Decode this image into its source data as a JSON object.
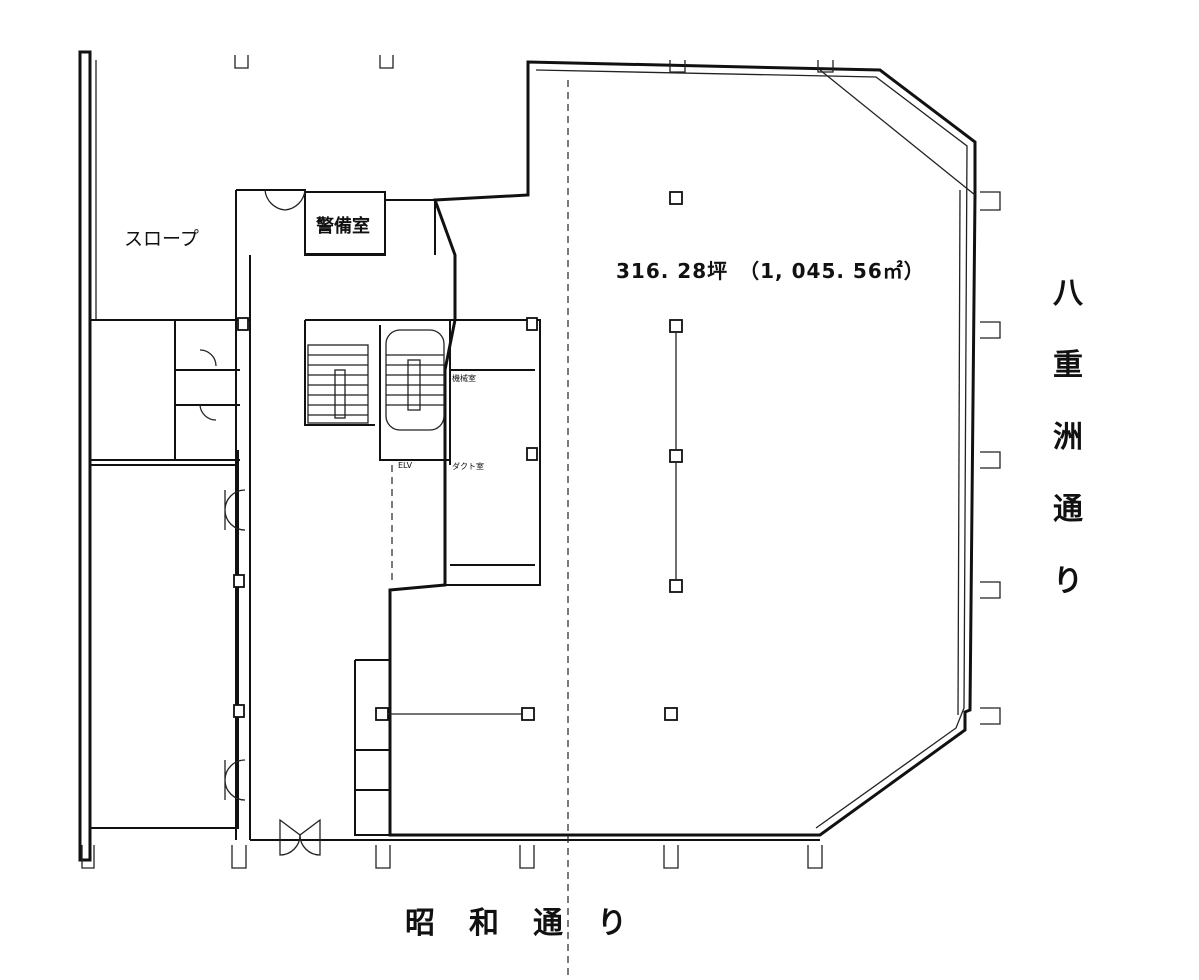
{
  "floor_plan": {
    "area_label": "316. 28坪　（1, 045. 56㎡）",
    "rooms": {
      "guard_room": "警備室",
      "slope": "スロープ",
      "elevator": "ELV",
      "duct_room": "ダクト室",
      "small_room": "機械室"
    },
    "streets": {
      "east": "八重洲通り",
      "south": "昭和通り"
    }
  }
}
